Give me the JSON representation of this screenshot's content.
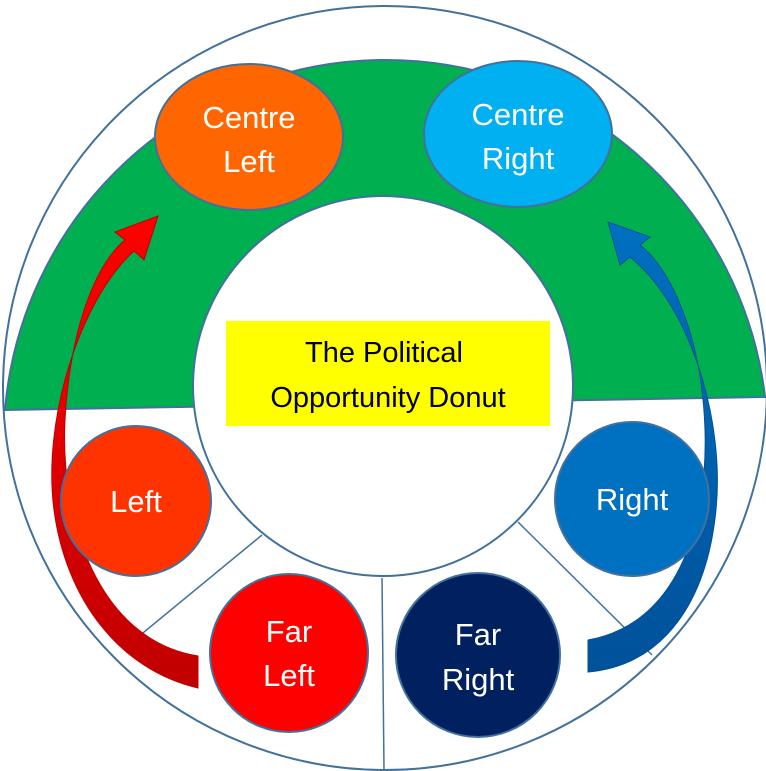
{
  "title": {
    "line1": "The Political",
    "line2": "Opportunity Donut",
    "background": "#ffff00"
  },
  "nodes": {
    "centre_left": {
      "line1": "Centre",
      "line2": "Left",
      "color": "#ff6600"
    },
    "centre_right": {
      "line1": "Centre",
      "line2": "Right",
      "color": "#00b0f0"
    },
    "left": {
      "label": "Left",
      "color": "#ff3300"
    },
    "right": {
      "label": "Right",
      "color": "#0070c0"
    },
    "far_left": {
      "line1": "Far",
      "line2": "Left",
      "color": "#ff0000"
    },
    "far_right": {
      "line1": "Far",
      "line2": "Right",
      "color": "#002060"
    }
  },
  "colors": {
    "centre_band": "#00b050",
    "outline": "#41719c",
    "left_arrow": "#ff0000",
    "right_arrow": "#0070c0"
  }
}
